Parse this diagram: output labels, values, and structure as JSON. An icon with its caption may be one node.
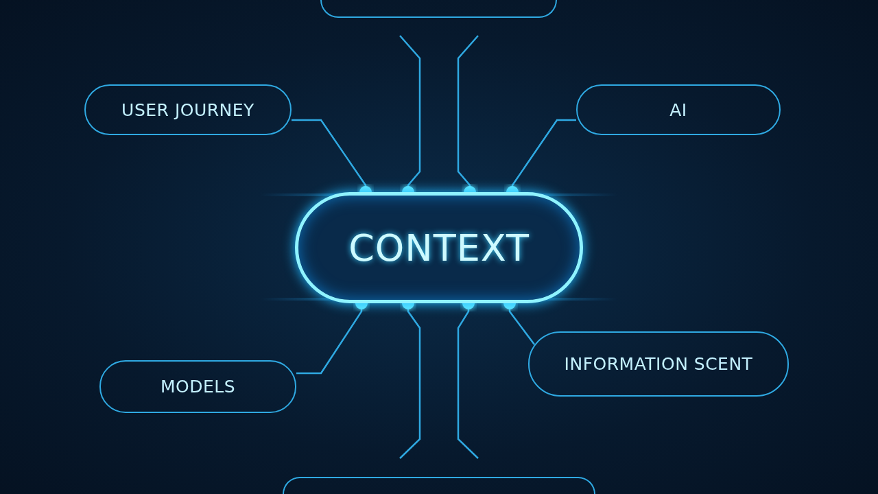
{
  "diagram": {
    "nodes": [
      {
        "text": [],
        "shape": "box"
      },
      {
        "text": [
          "USER JOURNEY"
        ]
      },
      {
        "text": [
          "AI"
        ]
      },
      {
        "text": [
          "CONTEXT"
        ]
      },
      {
        "text": [
          "MODELS"
        ]
      },
      {
        "text": [
          "INFORMATION SCENT"
        ]
      },
      {
        "text": [],
        "shape": "box"
      }
    ],
    "edges": [
      {
        "from": 3,
        "to": 1,
        "arrow": "other"
      },
      {
        "from": 3,
        "to": 2,
        "arrow": "other"
      },
      {
        "from": 3,
        "to": null,
        "arrow": "other"
      },
      {
        "from": 3,
        "to": null,
        "arrow": "other"
      },
      {
        "from": 3,
        "to": 4,
        "arrow": "other"
      },
      {
        "from": 3,
        "to": 5,
        "arrow": "other"
      },
      {
        "from": 3,
        "to": null,
        "arrow": "other"
      },
      {
        "from": 3,
        "to": null,
        "arrow": "other"
      }
    ]
  }
}
